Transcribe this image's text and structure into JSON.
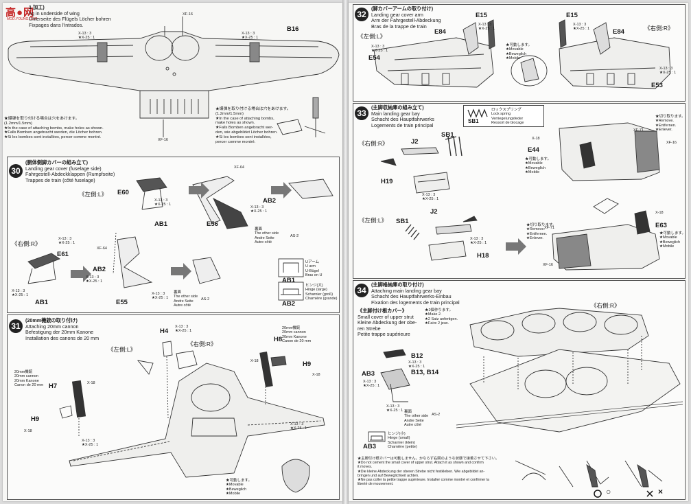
{
  "watermark": {
    "logo": "高●网",
    "sub": "MOD.YOUNG.COM"
  },
  "wing": {
    "header_lines": [
      "1 加工)",
      "ng in underside of wing",
      "Unterseite des Flügels Löcher bohren",
      "Fixpages dans l'intrados."
    ],
    "parts": {
      "xf16_top": "XF-16",
      "b16": "B16",
      "xf16_bottom": "XF-16"
    },
    "paint_left": [
      "X-13 : 3",
      "★X-25 : 1"
    ],
    "paint_right": [
      "X-13 : 3",
      "★X-25 : 1"
    ],
    "note_left": "★爆弾を取り付ける場合は穴をあけます。\n(1.2mm/1.5mm)\n★In the case of attaching bombs, make holes as shown.\n★Falls Bomben angebracht werden, die Löcher bohren.\n★Si les bombes sont installées, percer comme montré.",
    "note_right": "★爆弾を取り付ける場合は穴をあけます。\n(1.2mm/1.5mm)\n★In the case of attaching bombs,\nmake holes as shown.\n★Falls Bomben angebracht wer-\nden, wie abgebildet Löcher bohren.\n★Si les bombes sont installées,\npercer comme montré."
  },
  "step30": {
    "number": "30",
    "title_jp": "(胴体側脚カバーの組み立て)",
    "title_en": "Landing gear cover (fuselage side)",
    "title_de": "Fahrgestell-Abdeckklappen (Rumpfseite)",
    "title_fr": "Trappes de train (côté fuselage)",
    "side_l": "《左側:L》",
    "side_r": "《右側:R》",
    "parts": {
      "e60": "E60",
      "ab1a": "AB1",
      "xf64a": "XF-64",
      "ab2a": "AB2",
      "e56": "E56",
      "e61": "E61",
      "ab1b": "AB1",
      "xf64b": "XF-64",
      "ab2b": "AB2",
      "e55": "E55"
    },
    "paint_a": [
      "X-13 : 3",
      "★X-25 : 1"
    ],
    "paint_b": [
      "X-13 : 3",
      "★X-25 : 1"
    ],
    "paint_c": [
      "X-13 : 3",
      "★X-25 : 1"
    ],
    "paint_d": [
      "X-13 : 3",
      "★X-25 : 1"
    ],
    "paint_e": [
      "X-13 : 3",
      "★X-25 : 1"
    ],
    "paint_f": [
      "X-13 : 3",
      "★X-25 : 1"
    ],
    "other_a": [
      "裏面",
      "The other side",
      "Andre Seite",
      "Autre côté"
    ],
    "other_b": [
      "裏面",
      "The other side",
      "Andre Seite",
      "Autre côté"
    ],
    "as2a": "AS-2",
    "as2b": "AS-2",
    "legend": {
      "ab1": "AB1",
      "ab1_text": [
        "Uアーム",
        "U arm",
        "U-Bügel",
        "Bras en U"
      ],
      "ab2": "AB2",
      "ab2_text": [
        "ヒンジ(大)",
        "Hinge (large)",
        "Scharnier (groß)",
        "Charnière (grande)"
      ]
    }
  },
  "step31": {
    "number": "31",
    "title_jp": "(20mm機銃の取り付け)",
    "title_en": "Attaching 20mm cannon",
    "title_de": "Befestigung der 20mm Kanone",
    "title_fr": "Installation des canons de 20 mm",
    "side_l": "《左側:L》",
    "side_r": "《右側:R》",
    "cannon_left": [
      "20mm機銃",
      "20mm cannon",
      "20mm Kanone",
      "Canon de 20 mm"
    ],
    "cannon_right": [
      "20mm機銃",
      "20mm cannon",
      "20mm Kanone",
      "Canon de 20 mm"
    ],
    "parts": {
      "h4": "H4",
      "h8": "H8",
      "h9a": "H9",
      "h7": "H7",
      "h9b": "H9"
    },
    "x18": [
      "X-18",
      "X-18",
      "X-18",
      "X-18"
    ],
    "paint_a": [
      "X-13 : 3",
      "★X-25 : 1"
    ],
    "paint_b": [
      "X-13 : 3",
      "★X-25 : 1"
    ],
    "paint_c": [
      "X-13 : 3",
      "★X-25 : 1"
    ],
    "movable": [
      "★可動します。",
      "★Movable",
      "★Beweglich",
      "★Mobile"
    ]
  },
  "step32": {
    "number": "32",
    "title_jp": "(脚カバーアームの取り付け)",
    "title_en": "Landing gear cover arm",
    "title_de": "Arm der Fahrgestell-Abdeckung",
    "title_fr": "Bras de la trappe de train",
    "side_l": "《左側:L》",
    "side_r": "《右側:R》",
    "parts": {
      "e15a": "E15",
      "e84a": "E84",
      "e54": "E54",
      "e15b": "E15",
      "e84b": "E84",
      "e53": "E53"
    },
    "paint_a": [
      "X-13 : 3",
      "★X-25 : 1"
    ],
    "paint_b": [
      "X-13 : 3",
      "★X-25 : 1"
    ],
    "paint_c": [
      "X-13 : 3",
      "★X-25 : 1"
    ],
    "paint_d": [
      "X-13 : 3",
      "★X-25 : 1"
    ],
    "movable": [
      "★可動します。",
      "★Movable",
      "★Beweglich",
      "★Mobile"
    ]
  },
  "step33": {
    "number": "33",
    "title_jp": "(主脚収納庫の組み立て)",
    "title_en": "Main landing gear bay",
    "title_de": "Schacht des Hauptfahrwerks",
    "title_fr": "Logements de train principal",
    "spring": {
      "code": "SB1",
      "text": [
        "ロックスプリング",
        "Lock spring",
        "Verriegelungsfeder",
        "Ressort de blocage"
      ]
    },
    "side_r": "《右側:R》",
    "side_l": "《左側:L》",
    "parts": {
      "j2a": "J2",
      "sb1a": "SB1",
      "h19": "H19",
      "e44": "E44",
      "x18a": "X-18",
      "xf71a": "XF-71",
      "xf16a": "XF-16",
      "sb1b": "SB1",
      "j2b": "J2",
      "h18": "H18",
      "xf71b": "XF-71",
      "xf16b": "XF-16",
      "x18b": "X-18",
      "e63": "E63"
    },
    "remove_a": [
      "★切り取ります。",
      "★Remove.",
      "★Entfernen.",
      "★Enlever."
    ],
    "remove_b": [
      "★切り取ります。",
      "★Remove.",
      "★Entfernen.",
      "★Enlever."
    ],
    "movable_a": [
      "★可動します。",
      "★Movable",
      "★Beweglich",
      "★Mobile"
    ],
    "movable_b": [
      "★可動します。",
      "★Movable",
      "★Beweglich",
      "★Mobile"
    ],
    "paint_a": [
      "X-13 : 3",
      "★X-25 : 1"
    ],
    "paint_b": [
      "X-13 : 3",
      "★X-25 : 1"
    ]
  },
  "step34": {
    "number": "34",
    "title_jp": "(主脚格納庫の取り付け)",
    "title_en": "Attaching main landing gear bay",
    "title_de": "Schacht des Hauptfahrwerks-Einbau",
    "title_fr": "Fixation des logements de train principal",
    "side_r": "《右側:R》",
    "cover": [
      "《主脚付け根カバー》",
      "Small cover of upper strut",
      "Kleine Abdeckung der obe-",
      "ren Strebe",
      "Petite trappe supérieure"
    ],
    "make2": [
      "★2個作ります。",
      "★Make 2.",
      "★2 Satz anfertigen.",
      "★Faire 2 jeux."
    ],
    "parts": {
      "b12": "B12",
      "b13": "B13, B14",
      "ab3a": "AB3",
      "ab3b": "AB3"
    },
    "paint_a": [
      "X-13 : 3",
      "★X-25 : 1"
    ],
    "paint_b": [
      "X-13 : 3",
      "★X-25 : 1"
    ],
    "paint_c": [
      "X-13 : 3",
      "★X-25 : 1"
    ],
    "other": [
      "裏面",
      "The other side",
      "Andre Seite",
      "Autre côté"
    ],
    "as2": "AS-2",
    "hinge": [
      "ヒンジ(小)",
      "Hinge (small)",
      "Scharnier (klein)",
      "Charnière (petite)"
    ],
    "bottom_note": "★主脚付け根カバーは可動しません。かならず右図のような状態で接着させて下さい。\n★Do not cement the small cover of upper strut. Attach it as shown and confirm\nit moves.\n★Die kleine Abdeckung der oberen Strebe nicht festkleben. Wie abgebildet an-\nbringen und auf Beweglichkeit achten.\n★Ne pas coller la petite trappe supérieure. Installer comme montré et confirmer la\nliberté de mouvement.",
    "ok": "○",
    "ng": "×"
  }
}
